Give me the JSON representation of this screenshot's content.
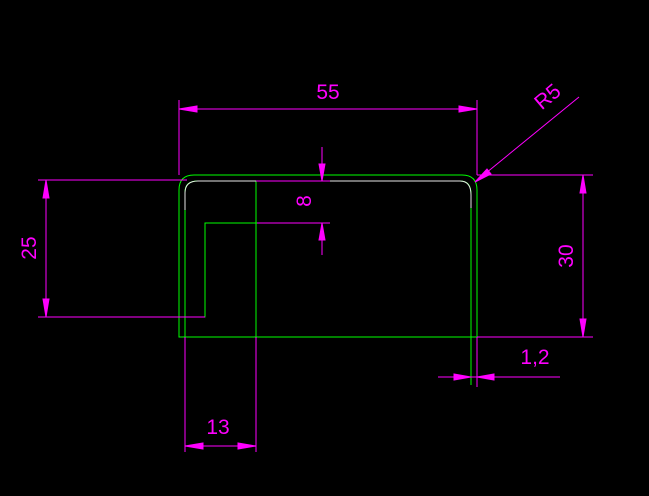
{
  "colors": {
    "background": "#000000",
    "profile": "#00FF00",
    "dimension": "#FF00FF",
    "white_edge": "#E6E6E6"
  },
  "dimensions": {
    "width": "55",
    "radius": "R5",
    "height_outer": "30",
    "height_inner": "25",
    "thickness_top": "8",
    "base_width": "13",
    "wall": "1,2"
  }
}
